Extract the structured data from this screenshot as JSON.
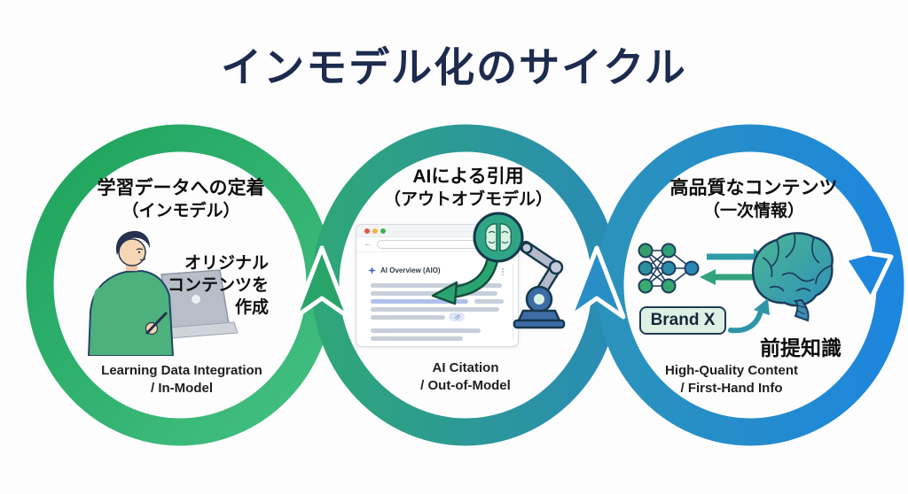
{
  "title": "インモデル化のサイクル",
  "stages": {
    "left": {
      "heading": "学習データへの定着",
      "subheading": "（インモデル）",
      "note_line1": "オリジナル",
      "note_line2": "コンテンツを",
      "note_line3": "作成",
      "caption_line1": "Learning Data Integration",
      "caption_line2": "/ In-Model"
    },
    "middle": {
      "heading": "AIによる引用",
      "subheading": "（アウトオブモデル）",
      "browser_label": "AI Overview (AIO)",
      "caption_line1": "AI Citation",
      "caption_line2": "/ Out-of-Model"
    },
    "right": {
      "heading": "高品質なコンテンツ",
      "subheading": "（一次情報）",
      "brand_label": "Brand X",
      "knowledge_label": "前提知識",
      "caption_line1": "High-Quality Content",
      "caption_line2": "/ First-Hand Info"
    }
  },
  "colors": {
    "title_text": "#1c2b4e",
    "ring_green_start": "#1da35b",
    "ring_green_end": "#44c084",
    "ring_teal_start": "#2ea678",
    "ring_teal_end": "#2a8cb4",
    "ring_blue_start": "#2b93bb",
    "ring_blue_end": "#1d86dd",
    "chevron_green": "#29a469",
    "chevron_blue": "#2a8ec6",
    "traffic_red": "#e45649",
    "traffic_yellow": "#f2b63c",
    "traffic_green": "#3faf54",
    "highlight_line": "#aec0ea"
  }
}
